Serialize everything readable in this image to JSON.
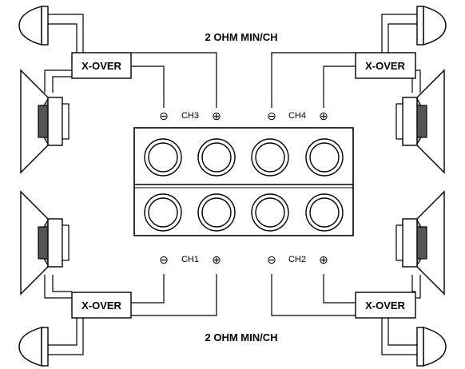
{
  "titles": {
    "top": "2 OHM MIN/CH",
    "bottom": "2 OHM MIN/CH"
  },
  "crossovers": [
    {
      "id": "top-left",
      "label": "X-OVER"
    },
    {
      "id": "top-right",
      "label": "X-OVER"
    },
    {
      "id": "bottom-left",
      "label": "X-OVER"
    },
    {
      "id": "bottom-right",
      "label": "X-OVER"
    }
  ],
  "channels": {
    "ch3": "CH3",
    "ch4": "CH4",
    "ch1": "CH1",
    "ch2": "CH2"
  },
  "terminals": {
    "minus": "⊖",
    "plus": "⊕"
  }
}
